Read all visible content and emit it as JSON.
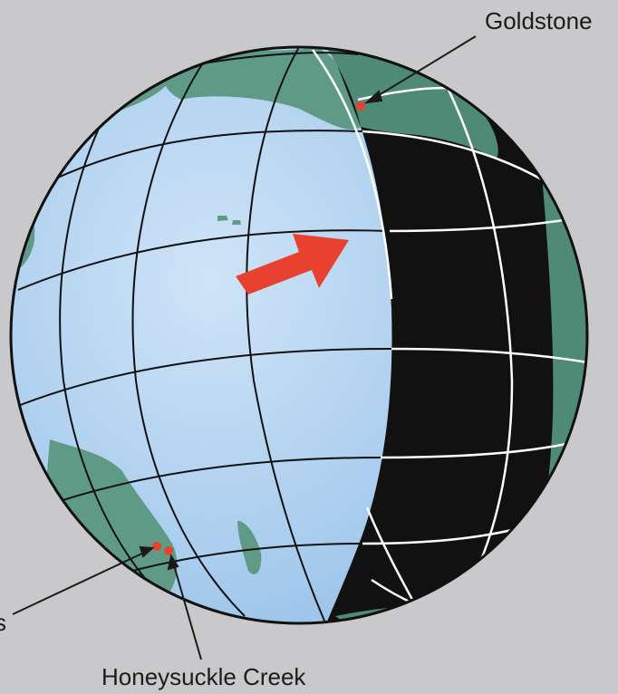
{
  "labels": {
    "goldstone": "Goldstone",
    "honeysuckle_creek": "Honeysuckle Creek",
    "partial_left": "s"
  },
  "colors": {
    "background": "#c9c9cb",
    "ocean_day": "#a9cdee",
    "land": "#5f9a86",
    "night": "#111111",
    "station_marker": "#e8412f",
    "arrow": "#e8412f"
  },
  "icons": {
    "rotation_arrow": "arrow-right-icon"
  }
}
